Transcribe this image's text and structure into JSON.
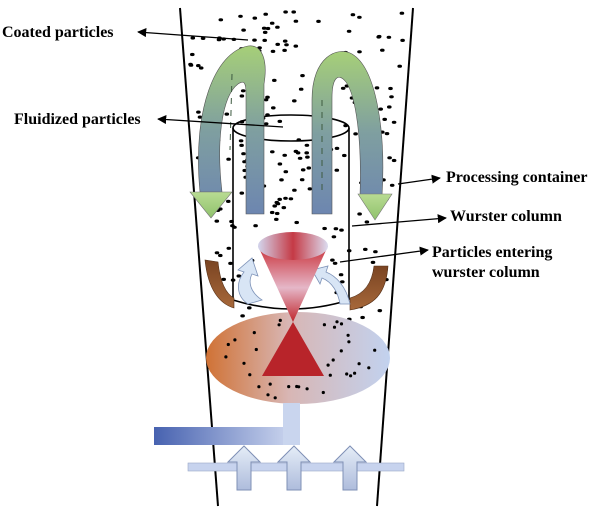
{
  "labels": {
    "coated_particles": "Coated particles",
    "fluidized_particles": "Fluidized particles",
    "processing_container": "Processing container",
    "wurster_column": "Wurster column",
    "particles_entering_line1": "Particles entering",
    "particles_entering_line2": "wurster column"
  },
  "colors": {
    "green_arrow": "#8cc063",
    "steel_blue": "#6a86b4",
    "red_cone": "#c0262c",
    "brown_arrow": "#8a5226",
    "light_blue_arrow": "#cfe0f2",
    "orange_plate": "#d7783a",
    "pipe_blue": "#4a64b0"
  },
  "icons": [
    "up-arrow-icon",
    "curved-arrow-icon",
    "pointer-arrow-icon"
  ]
}
